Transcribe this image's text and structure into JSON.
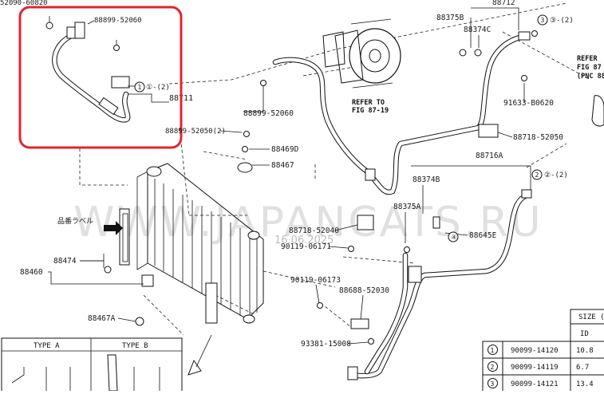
{
  "watermark": {
    "text": "WWW.JAPANCATS.RU",
    "date": "16.06.2025"
  },
  "highlight_color": "#e0262e",
  "part_labels": {
    "p_top_left": "52090-60820",
    "p_88899_top": "88899-52060",
    "p_88711": "88711",
    "p_circle1_a": "①-(2)",
    "p_88899_mid": "88899-52060",
    "p_88899_2": "88899-52050(2)",
    "p_88469d": "88469D",
    "p_88467": "88467",
    "p_88712": "88712",
    "p_88375b": "88375B",
    "p_88374c": "88374C",
    "p_circle3": "③-(2)",
    "p_91633": "91633-B0620",
    "p_88718_a": "88718-52050",
    "p_88716a": "88716A",
    "p_88374b": "88374B",
    "p_circle2": "②-(2)",
    "p_88375a": "88375A",
    "p_88718_b": "88718-52040",
    "p_90119_a": "90119-06171",
    "p_88645e": "88645E",
    "p_circle4": "④",
    "p_90119_b": "90119-06173",
    "p_88688": "88688-52030",
    "p_93381": "93381-15008",
    "p_88474": "88474",
    "p_88460": "88460",
    "p_88467a": "88467A",
    "p_jp_label": "品番ラベル"
  },
  "refer_center": {
    "line1": "REFER TO",
    "line2": "FIG 87-19"
  },
  "refer_right": {
    "line1": "REFER",
    "line2": "FIG 87",
    "line3": "(PNC 88"
  },
  "type_box": {
    "type_a": "TYPE A",
    "type_b": "TYPE B"
  },
  "size_table": {
    "header": "SIZE (",
    "col_id": "ID",
    "rows": [
      {
        "num": "1",
        "part": "90099-14120",
        "id": "10.8"
      },
      {
        "num": "2",
        "part": "90099-14119",
        "id": "6.7"
      },
      {
        "num": "3",
        "part": "90099-14121",
        "id": "13.4"
      }
    ]
  }
}
